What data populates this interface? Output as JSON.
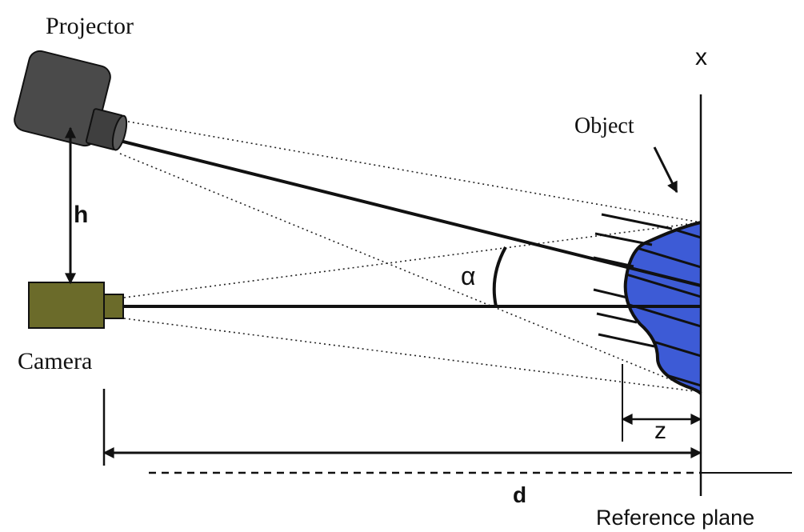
{
  "diagram": {
    "labels": {
      "projector": "Projector",
      "camera": "Camera",
      "object": "Object",
      "x_axis": "x",
      "h": "h",
      "alpha": "α",
      "z": "z",
      "d": "d",
      "reference_plane": "Reference plane"
    },
    "colors": {
      "projector_body": "#4a4a4a",
      "camera_body": "#6b6b2a",
      "object_fill": "#3d5bd6",
      "line": "#111111"
    },
    "icons": {
      "projector": "projector-icon",
      "camera": "camera-icon"
    }
  }
}
